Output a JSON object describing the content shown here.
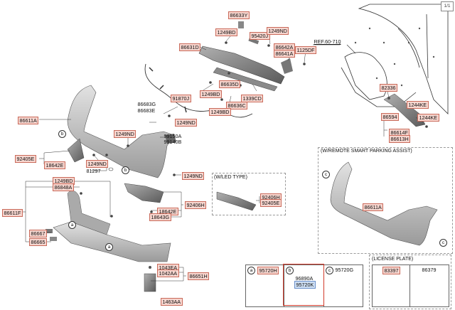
{
  "page": {
    "indicator": "1/1"
  },
  "ref": {
    "label": "REF.60-710"
  },
  "labels": {
    "p86633Y": "86633Y",
    "p1249BD_a": "1249BD",
    "p95420J": "95420J",
    "p1249ND_a": "1249ND",
    "p86631D": "86631D",
    "p86642A": "86642A",
    "p86641A": "86641A",
    "p1125DF": "1125DF",
    "p86683G": "86683G",
    "p86683E": "86683E",
    "p91870J": "91870J",
    "p86635D": "86635D",
    "p1249BD_b": "1249BD",
    "p1339CD": "1339CD",
    "p86636C": "86636C",
    "p1249BD_c": "1249BD",
    "p86611A_a": "86611A",
    "p1249ND_b": "1249ND",
    "p1249ND_c": "1249ND",
    "p99150A": "99150A",
    "p99140B": "99140B",
    "p92405E_a": "92405E",
    "p18642E_a": "18642E",
    "p1249ND_d": "1249ND",
    "p81297": "81297",
    "p1249ND_e": "1249ND",
    "p82336": "82336",
    "p1244KE_a": "1244KE",
    "p86594": "86594",
    "p1244KE_b": "1244KE",
    "p86614F": "86614F",
    "p86613H": "86613H",
    "p1249BD_d": "1249BD",
    "p86848A": "86848A",
    "p86611F": "86611F",
    "p86667": "86667",
    "p86665": "86665",
    "p92406H_a": "92406H",
    "p18642E_b": "18642E",
    "p18643G": "18643G",
    "p92406H_b": "92406H",
    "p92405E_b": "92405E",
    "p1043EA": "1043EA",
    "p1042AA": "1042AA",
    "p86651H": "86651H",
    "p1463AA": "1463AA",
    "p86611A_b": "86611A"
  },
  "boxes": {
    "led": "(W/LED TYPE)",
    "rspa": "(W/REMOTE SMART PARKING ASSIST)",
    "license": "(LICENSE PLATE)"
  },
  "callouts": {
    "a": "a",
    "b": "b",
    "c": "c"
  },
  "table": {
    "a_code": "95720H",
    "b_code1": "96890A",
    "b_code2": "95720K",
    "c_code": "95720G",
    "lic_code1": "83397",
    "lic_code2": "86379"
  },
  "colors": {
    "label_bg": "#f7d6cf",
    "label_border": "#c96a5a",
    "highlight": "#d23a2a",
    "part_fill": "#bdbdbd"
  }
}
